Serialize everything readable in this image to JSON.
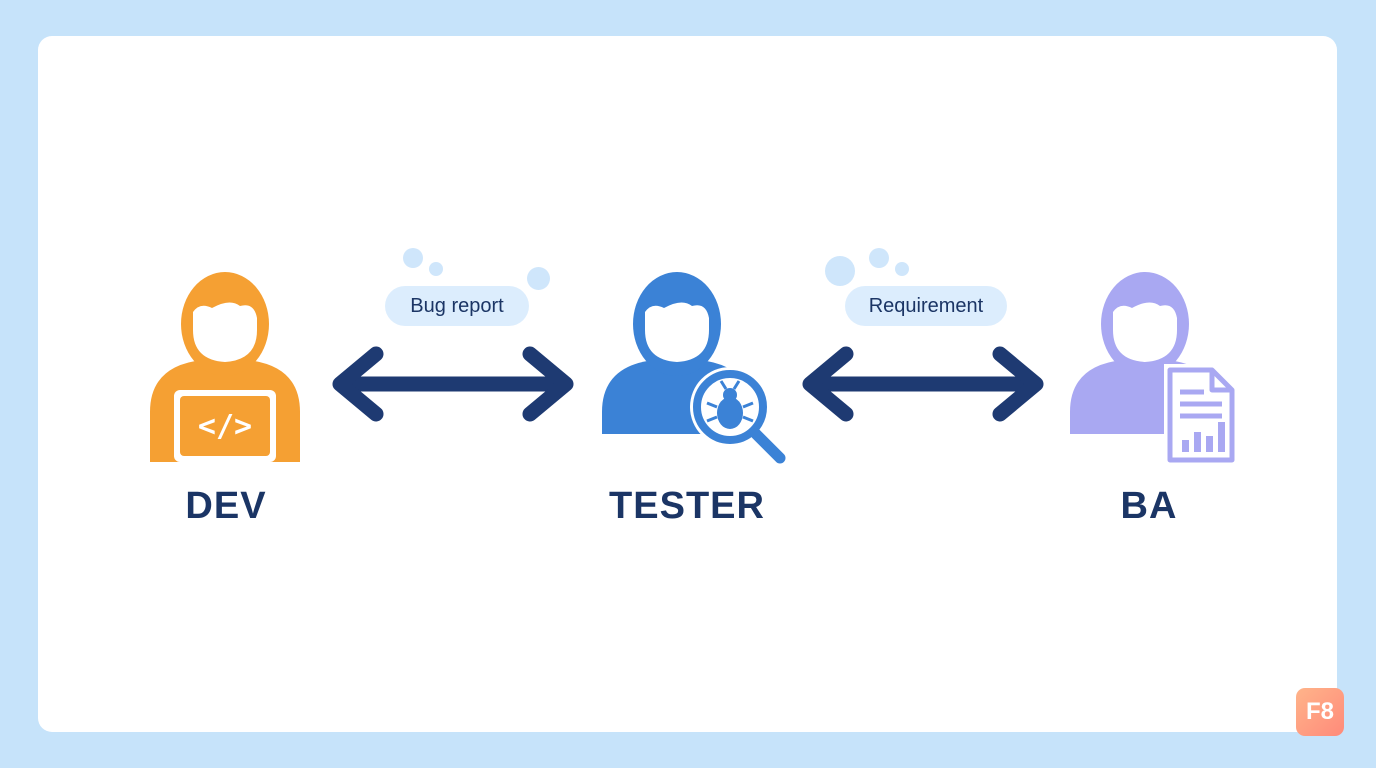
{
  "roles": {
    "dev": {
      "label": "DEV",
      "color": "#f5a033",
      "icon": "developer-laptop-icon"
    },
    "tester": {
      "label": "TESTER",
      "color": "#3b82d6",
      "icon": "bug-magnifier-icon"
    },
    "ba": {
      "label": "BA",
      "color": "#a9a8f2",
      "icon": "report-document-icon"
    }
  },
  "links": {
    "dev_tester": {
      "label": "Bug report",
      "color": "#1e3a72"
    },
    "tester_ba": {
      "label": "Requirement",
      "color": "#1e3a72"
    }
  },
  "brand": {
    "logo_text": "F8"
  }
}
